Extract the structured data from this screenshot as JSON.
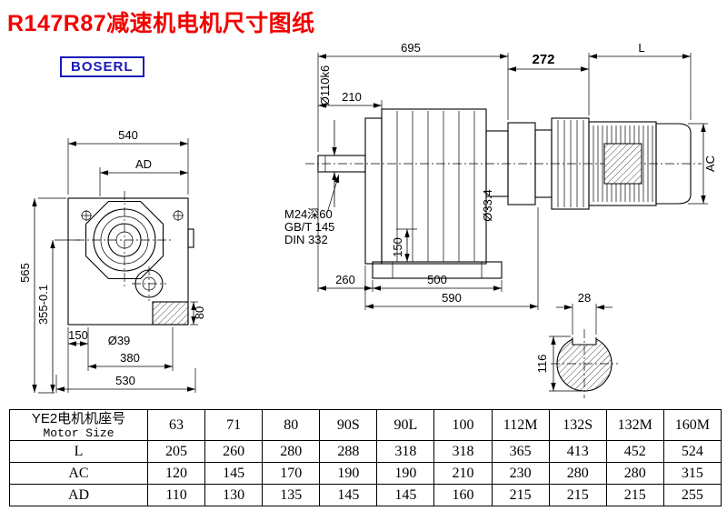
{
  "title": "R147R87减速机电机尺寸图纸",
  "brand": "BOSERL",
  "front_view": {
    "dim_540": "540",
    "dim_ad": "AD",
    "dim_565": "565",
    "dim_355": "355-0.1",
    "dim_80": "80",
    "dim_150": "150",
    "dim_d39": "Ø39",
    "dim_380": "380",
    "dim_530": "530"
  },
  "side_view": {
    "dim_695": "695",
    "dim_272": "272",
    "dim_l": "L",
    "dim_d110": "Ø110k6",
    "dim_210": "210",
    "note_m24": "M24深60",
    "note_gbt": "GB/T 145",
    "note_din": "DIN 332",
    "dim_d334": "Ø33.4",
    "dim_150": "150",
    "dim_260": "260",
    "dim_500": "500",
    "dim_590": "590",
    "dim_ac": "AC"
  },
  "shaft_section": {
    "dim_28": "28",
    "dim_116": "116"
  },
  "table": {
    "header_cn": "YE2电机机座号",
    "header_en": "Motor Size",
    "columns": [
      "63",
      "71",
      "80",
      "90S",
      "90L",
      "100",
      "112M",
      "132S",
      "132M",
      "160M"
    ],
    "rows": [
      {
        "label": "L",
        "values": [
          "205",
          "260",
          "280",
          "288",
          "318",
          "318",
          "365",
          "413",
          "452",
          "524"
        ]
      },
      {
        "label": "AC",
        "values": [
          "120",
          "145",
          "170",
          "190",
          "190",
          "210",
          "230",
          "280",
          "280",
          "315"
        ]
      },
      {
        "label": "AD",
        "values": [
          "110",
          "130",
          "135",
          "145",
          "145",
          "160",
          "215",
          "215",
          "215",
          "255"
        ]
      }
    ]
  }
}
